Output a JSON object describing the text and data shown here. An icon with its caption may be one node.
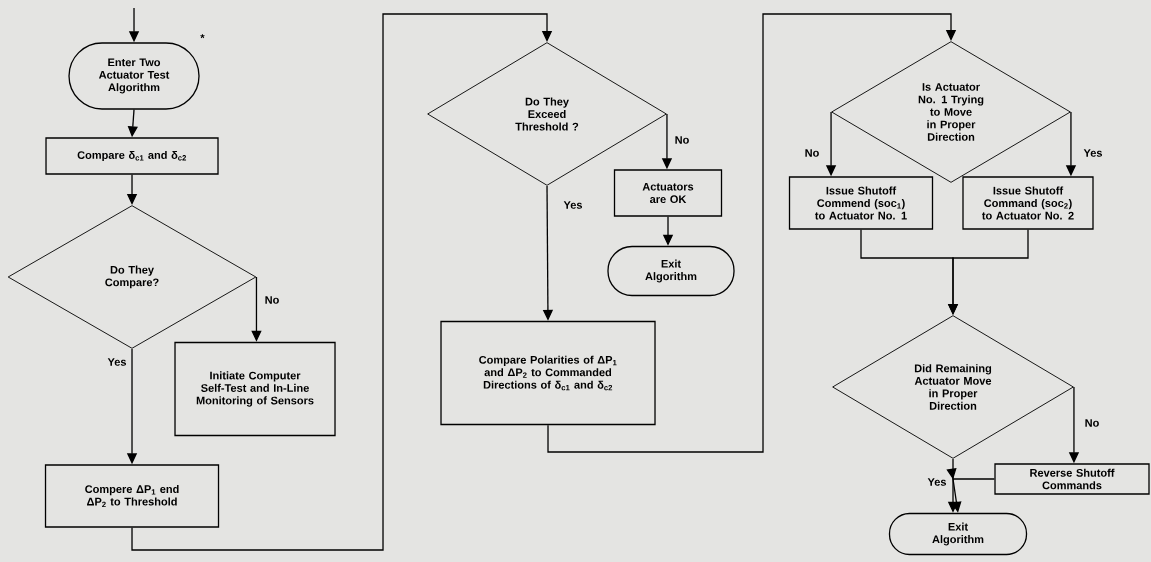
{
  "diagram": {
    "nodes": [
      {
        "text": [
          "Enter Two Actuator Test Algorithm"
        ],
        "beside": [
          "*"
        ]
      },
      {
        "text": [
          "Compare δ$_{c1}$ and δ$_{c2}$"
        ]
      },
      {
        "text": [
          "Do They Compare?"
        ]
      },
      {
        "text": [
          "Initiate Computer Self-Test and In-Line Monitoring of Sensors"
        ]
      },
      {
        "text": [
          "Compere ΔP$_{1}$ end ΔP$_{2}$ to Threshold"
        ]
      },
      {
        "text": [
          "Do They Exceed Threshold ?"
        ]
      },
      {
        "text": [
          "Actuators are OK"
        ]
      },
      {
        "text": [
          "Exit Algorithm"
        ]
      },
      {
        "text": [
          "Compare Polarities of ΔP$_{1}$ and ΔP$_{2}$ to Commanded Directions of δ$_{c1}$ and δ$_{c2}$"
        ]
      },
      {
        "text": [
          "Is Actuator No. 1 Trying to Move in Proper Direction"
        ]
      },
      {
        "text": [
          "Issue Shutoff Commend (soc$_{1}$) to Actuator No. 1"
        ]
      },
      {
        "text": [
          "Issue Shutoff Command (soc$_{2}$) to Actuator No. 2"
        ]
      },
      {
        "text": [
          "Did Remaining Actuator Move in Proper Direction"
        ]
      },
      {
        "text": [
          "Reverse Shutoff Commands"
        ]
      },
      {
        "text": [
          "Exit Algorithm"
        ]
      }
    ],
    "edges": [
      {
        "from": null,
        "to": 0,
        "arrow": "to"
      },
      {
        "from": 0,
        "to": 1,
        "arrow": "to"
      },
      {
        "from": 1,
        "to": 2,
        "arrow": "to"
      },
      {
        "from": 2,
        "to": 3,
        "arrow": "to",
        "label": "No"
      },
      {
        "from": 2,
        "to": 4,
        "arrow": "to",
        "label": "Yes"
      },
      {
        "from": 4,
        "to": 5,
        "arrow": "to"
      },
      {
        "from": 5,
        "to": 6,
        "arrow": "to",
        "label": "No"
      },
      {
        "from": 6,
        "to": 7,
        "arrow": "to"
      },
      {
        "from": 5,
        "to": 8,
        "arrow": "to",
        "label": "Yes"
      },
      {
        "from": 8,
        "to": 9,
        "arrow": "to"
      },
      {
        "from": 9,
        "to": 10,
        "arrow": "to",
        "label": "No"
      },
      {
        "from": 9,
        "to": 11,
        "arrow": "to",
        "label": "Yes"
      },
      {
        "from": 10,
        "to": 12,
        "arrow": "to"
      },
      {
        "from": 11,
        "to": 12,
        "arrow": "to"
      },
      {
        "from": 12,
        "to": 14,
        "arrow": "to",
        "label": "Yes"
      },
      {
        "from": 12,
        "to": 13,
        "arrow": "to",
        "label": "No"
      },
      {
        "from": 13,
        "to": 14,
        "arrow": "to"
      }
    ]
  }
}
